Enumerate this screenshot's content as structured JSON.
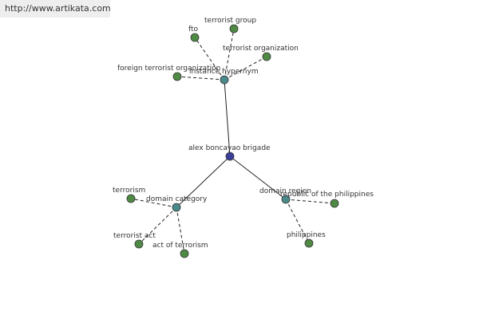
{
  "watermark": {
    "url": "http://www.artikata.com"
  },
  "colors": {
    "root": "#3a3f9a",
    "category": "#4a8a8a",
    "leaf": "#4f8a45"
  },
  "graph": {
    "root": {
      "id": "root",
      "label": "alex boncayao brigade"
    },
    "categories": [
      {
        "id": "hyper",
        "label": "instance hypernym"
      },
      {
        "id": "domcat",
        "label": "domain category"
      },
      {
        "id": "domreg",
        "label": "domain region"
      }
    ],
    "leaves": [
      {
        "id": "l_fto",
        "parent": "hyper",
        "label": "fto"
      },
      {
        "id": "l_tgroup",
        "parent": "hyper",
        "label": "terrorist group"
      },
      {
        "id": "l_torg",
        "parent": "hyper",
        "label": "terrorist organization"
      },
      {
        "id": "l_fto_long",
        "parent": "hyper",
        "label": "foreign terrorist organization"
      },
      {
        "id": "l_terrorism",
        "parent": "domcat",
        "label": "terrorism"
      },
      {
        "id": "l_tact",
        "parent": "domcat",
        "label": "terrorist act"
      },
      {
        "id": "l_act",
        "parent": "domcat",
        "label": "act of terrorism"
      },
      {
        "id": "l_rep",
        "parent": "domreg",
        "label": "republic of the philippines"
      },
      {
        "id": "l_phil",
        "parent": "domreg",
        "label": "philippines"
      }
    ]
  }
}
